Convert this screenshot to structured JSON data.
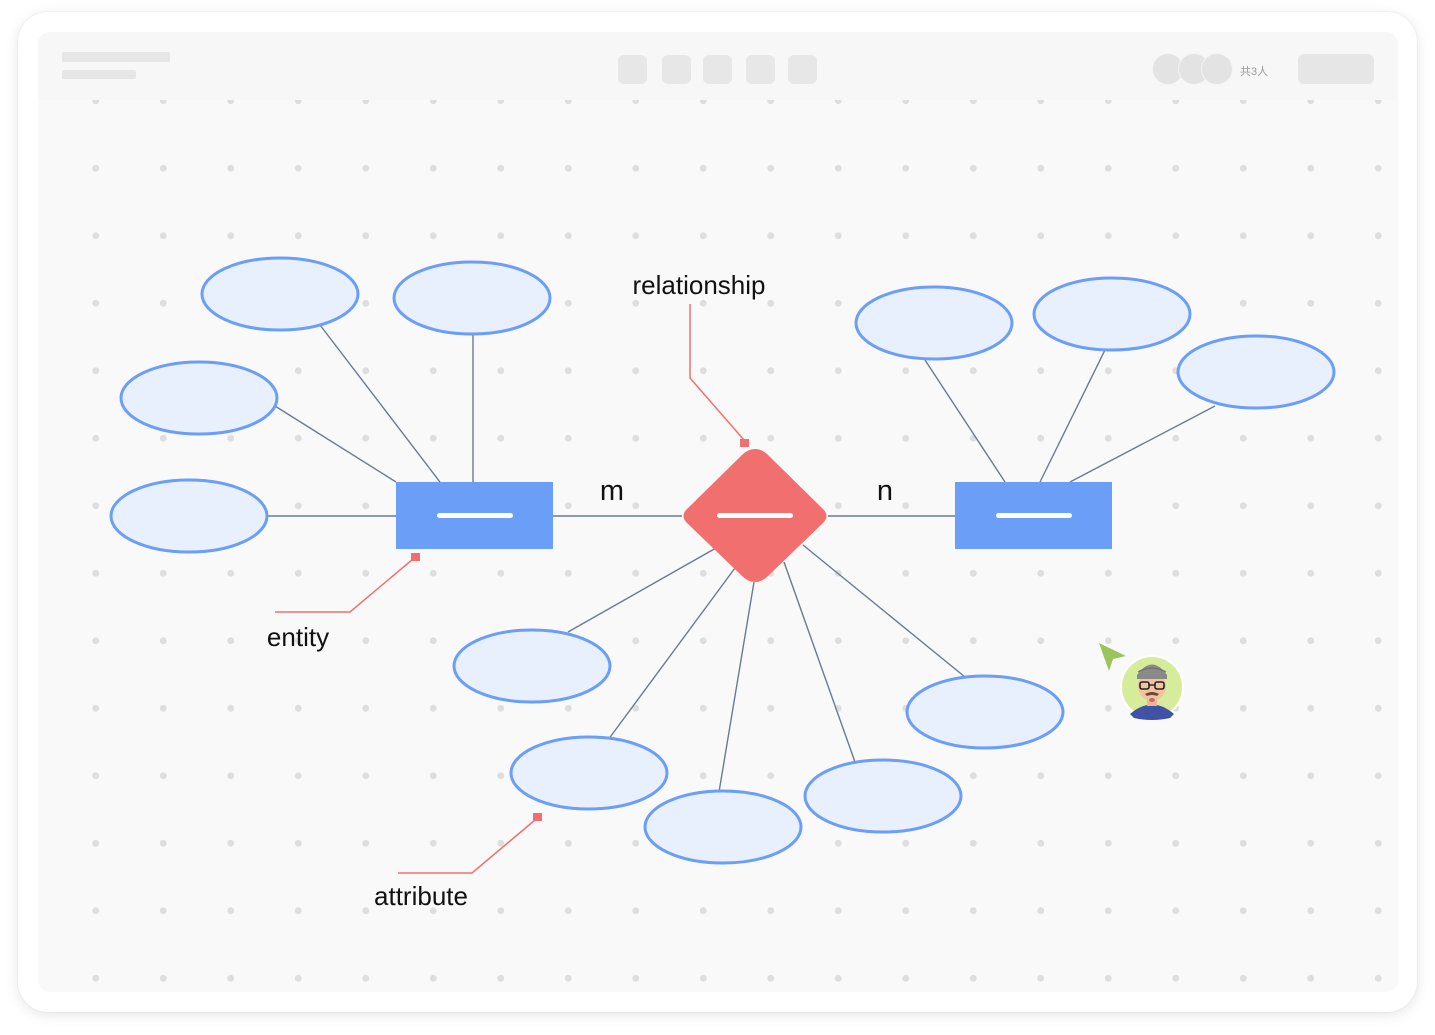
{
  "header": {
    "collaborator_count": "共3人"
  },
  "diagram": {
    "type": "entity-relationship",
    "entity_label": "entity",
    "relationship_label": "relationship",
    "attribute_label": "attribute",
    "cardinality_left": "m",
    "cardinality_right": "n",
    "colors": {
      "entity_fill": "#6a9ef7",
      "relationship_fill": "#f26f6f",
      "attribute_fill": "#e8f0fd",
      "attribute_stroke": "#6a9ef7",
      "connector": "#6b7a8f",
      "callout": "#f26f6f",
      "cursor": "#9bc45c"
    }
  },
  "avatar": {
    "icon": "user-avatar-icon"
  }
}
